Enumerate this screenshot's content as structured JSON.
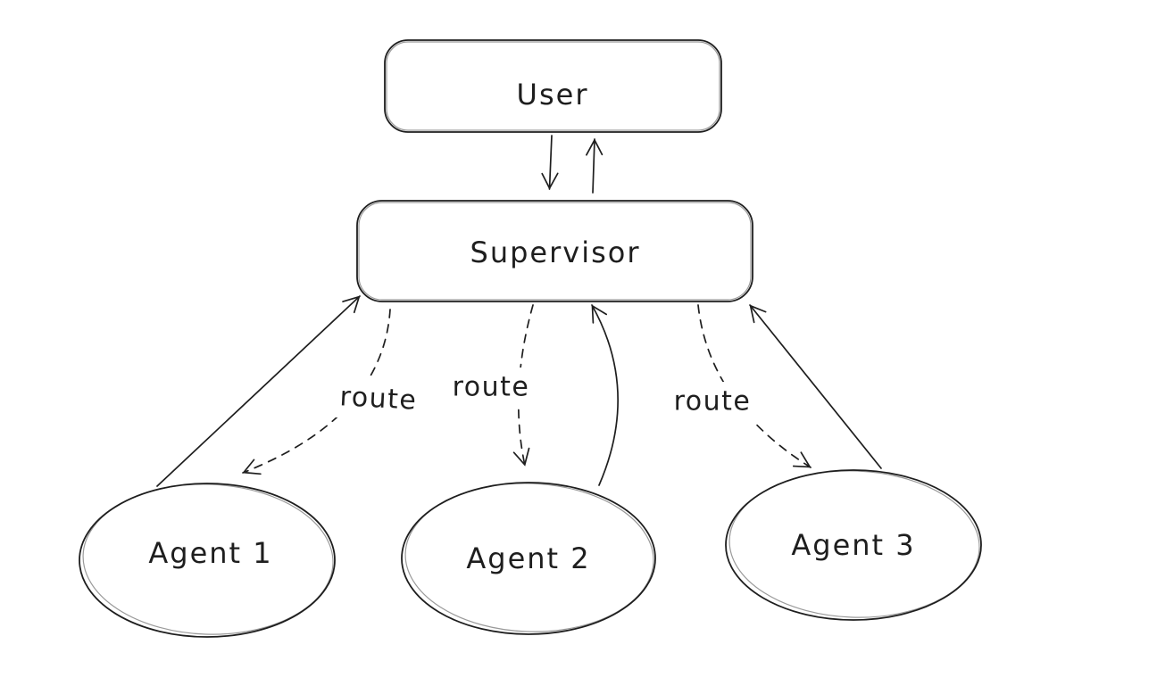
{
  "canvas": {
    "background_color": "#ffffff",
    "stroke_color": "#1e1e1e",
    "text_color": "#1e1e1e",
    "style": "hand-drawn"
  },
  "nodes": {
    "user": {
      "label": "User",
      "shape": "rounded-rectangle"
    },
    "supervisor": {
      "label": "Supervisor",
      "shape": "rounded-rectangle"
    },
    "agent1": {
      "label": "Agent 1",
      "shape": "ellipse"
    },
    "agent2": {
      "label": "Agent 2",
      "shape": "ellipse"
    },
    "agent3": {
      "label": "Agent 3",
      "shape": "ellipse"
    }
  },
  "edges": [
    {
      "id": "user-to-supervisor",
      "from": "User",
      "to": "Supervisor",
      "style": "solid",
      "label": ""
    },
    {
      "id": "supervisor-to-user",
      "from": "Supervisor",
      "to": "User",
      "style": "solid",
      "label": ""
    },
    {
      "id": "agent1-to-supervisor",
      "from": "Agent 1",
      "to": "Supervisor",
      "style": "solid",
      "label": ""
    },
    {
      "id": "supervisor-to-agent1",
      "from": "Supervisor",
      "to": "Agent 1",
      "style": "dashed",
      "label": "route"
    },
    {
      "id": "supervisor-to-agent2",
      "from": "Supervisor",
      "to": "Agent 2",
      "style": "dashed",
      "label": "route"
    },
    {
      "id": "agent2-to-supervisor",
      "from": "Agent 2",
      "to": "Supervisor",
      "style": "solid",
      "label": ""
    },
    {
      "id": "supervisor-to-agent3",
      "from": "Supervisor",
      "to": "Agent 3",
      "style": "dashed",
      "label": "route"
    },
    {
      "id": "agent3-to-supervisor",
      "from": "Agent 3",
      "to": "Supervisor",
      "style": "solid",
      "label": ""
    }
  ]
}
